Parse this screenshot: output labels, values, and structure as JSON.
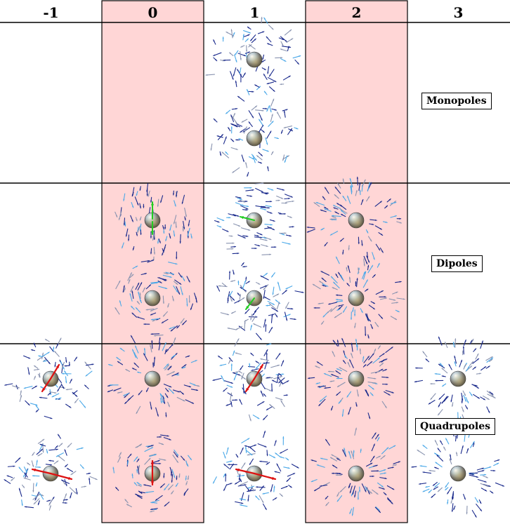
{
  "columns": [
    "-1",
    "0",
    "1",
    "2",
    "3"
  ],
  "highlighted_columns": [
    "0",
    "2"
  ],
  "rows": [
    {
      "label": "Monopoles",
      "cells": [
        [],
        [],
        [
          "monopole",
          "monopole"
        ],
        [],
        []
      ]
    },
    {
      "label": "Dipoles",
      "cells": [
        [],
        [
          "dipole-vertical",
          "dipole-vortex"
        ],
        [
          "dipole-horizontal",
          "dipole-tilted"
        ],
        [
          "dipole-radial",
          "dipole-radial"
        ],
        []
      ]
    },
    {
      "label": "Quadrupoles",
      "cells": [
        [
          "quad-tilted",
          "quad-horizontal"
        ],
        [
          "quad-radial",
          "quad-ring"
        ],
        [
          "quad-tilted",
          "quad-horizontal"
        ],
        [
          "quad-radial",
          "quad-radial"
        ],
        [
          "quad-radial",
          "quad-radial"
        ]
      ]
    }
  ],
  "colors": {
    "highlight_fill": "#ffd6d6",
    "arrow_dark": "#1a2a8c",
    "arrow_light": "#4aa8e8",
    "arrow_gray": "#8a94b0",
    "dipole_arrow": "#22cc22",
    "quadrupole_arrow": "#dd1111",
    "sphere": "#707070"
  }
}
